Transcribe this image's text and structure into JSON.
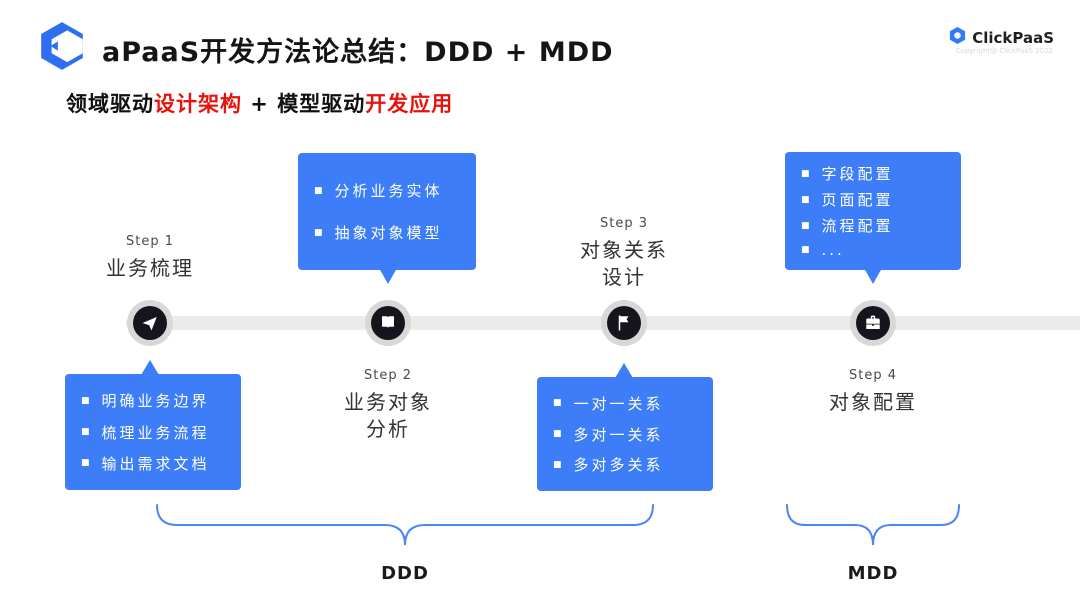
{
  "header": {
    "title": "aPaaS开发方法论总结：DDD + MDD",
    "logo_text": "ClickPaaS",
    "copyright": "Copyright@ ClickPaaS 2022"
  },
  "subtitle": {
    "segments": [
      {
        "text": "领域驱动",
        "color": "black"
      },
      {
        "text": "设计架构",
        "color": "red"
      },
      {
        "text": " + 模型驱动",
        "color": "black"
      },
      {
        "text": "开发应用",
        "color": "red"
      }
    ]
  },
  "timeline": {
    "steps": [
      {
        "step_label": "Step 1",
        "title": "业务梳理",
        "icon": "paper-plane-icon",
        "callout": {
          "position": "below",
          "items": [
            "明确业务边界",
            "梳理业务流程",
            "输出需求文档"
          ]
        }
      },
      {
        "step_label": "Step 2",
        "title": "业务对象\n分析",
        "icon": "book-icon",
        "callout": {
          "position": "above",
          "items": [
            "分析业务实体",
            "抽象对象模型"
          ]
        }
      },
      {
        "step_label": "Step 3",
        "title": "对象关系\n设计",
        "icon": "flag-icon",
        "callout": {
          "position": "below",
          "items": [
            "一对一关系",
            "多对一关系",
            "多对多关系"
          ]
        }
      },
      {
        "step_label": "Step 4",
        "title": "对象配置",
        "icon": "briefcase-icon",
        "callout": {
          "position": "above",
          "items": [
            "字段配置",
            "页面配置",
            "流程配置",
            "..."
          ]
        }
      }
    ]
  },
  "groups": [
    {
      "label": "DDD"
    },
    {
      "label": "MDD"
    }
  ],
  "colors": {
    "accent_blue": "#3D7EF8",
    "red": "#E8120C",
    "timeline_gray": "#EBEBEB",
    "node_dark": "#15151D"
  }
}
